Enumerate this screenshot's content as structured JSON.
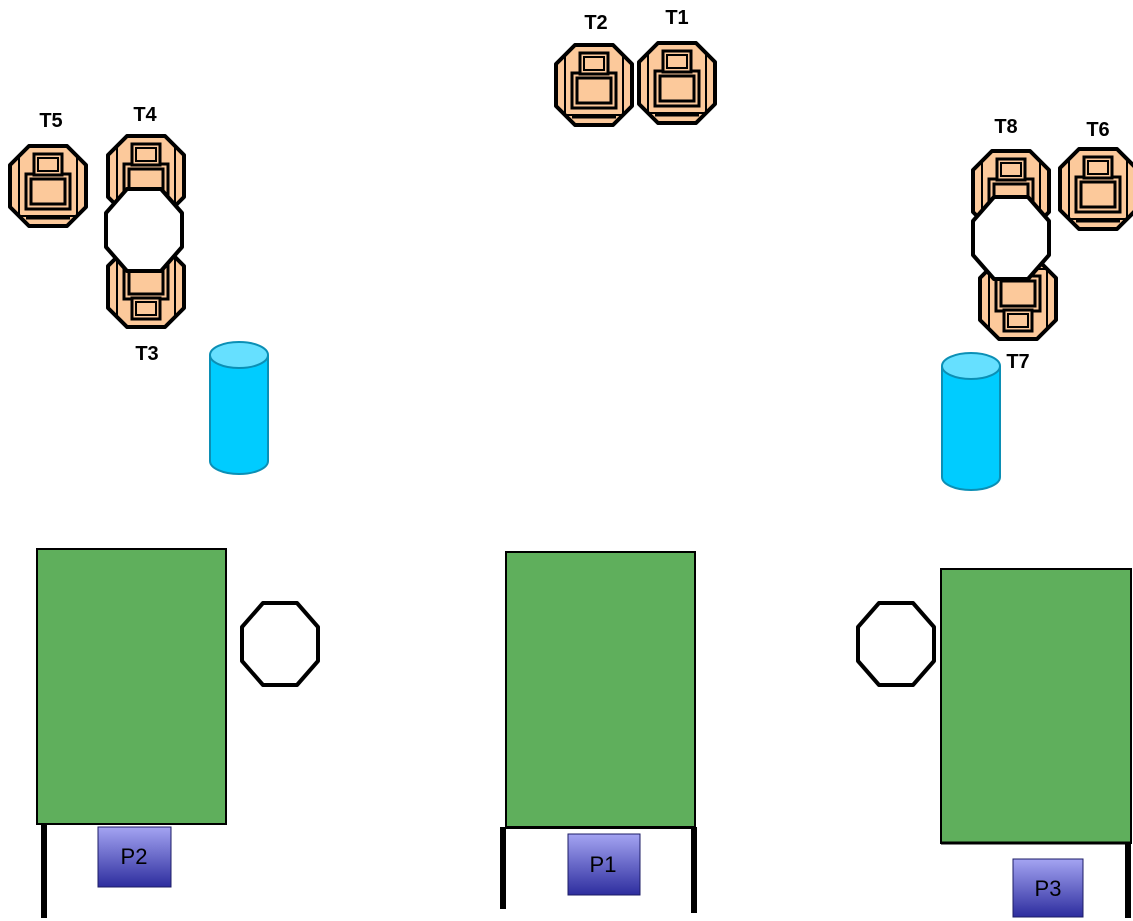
{
  "colors": {
    "chair_fill": "#fcc99b",
    "chair_stroke": "#000000",
    "table_fill": "#ffffff",
    "panel_green": "#5faf5c",
    "cylinder_body": "#00ccff",
    "cylinder_top": "#66e0ff",
    "label_box_top": "#9c9cf0",
    "label_box_bottom": "#2a2a9e"
  },
  "icons": {
    "seat": "theater-seat-icon",
    "table": "octagon-table-icon",
    "cylinder": "cylinder-icon"
  },
  "seats": [
    {
      "id": "T1",
      "label": "T1"
    },
    {
      "id": "T2",
      "label": "T2"
    },
    {
      "id": "T3",
      "label": "T3"
    },
    {
      "id": "T4",
      "label": "T4"
    },
    {
      "id": "T5",
      "label": "T5"
    },
    {
      "id": "T6",
      "label": "T6"
    },
    {
      "id": "T7",
      "label": "T7"
    },
    {
      "id": "T8",
      "label": "T8"
    }
  ],
  "stations": [
    {
      "id": "P1",
      "label": "P1"
    },
    {
      "id": "P2",
      "label": "P2"
    },
    {
      "id": "P3",
      "label": "P3"
    }
  ]
}
